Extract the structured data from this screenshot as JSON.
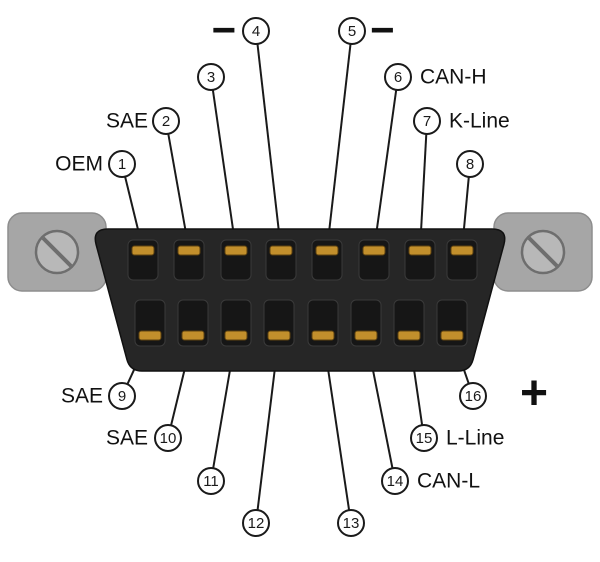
{
  "pins": [
    {
      "num": "1",
      "label": "OEM",
      "side": "left"
    },
    {
      "num": "2",
      "label": "SAE",
      "side": "left"
    },
    {
      "num": "3",
      "label": "",
      "side": ""
    },
    {
      "num": "4",
      "label": "−",
      "side": "left"
    },
    {
      "num": "5",
      "label": "−",
      "side": "right"
    },
    {
      "num": "6",
      "label": "CAN-H",
      "side": "right"
    },
    {
      "num": "7",
      "label": "K-Line",
      "side": "right"
    },
    {
      "num": "8",
      "label": "",
      "side": ""
    },
    {
      "num": "9",
      "label": "SAE",
      "side": "left"
    },
    {
      "num": "10",
      "label": "SAE",
      "side": "left"
    },
    {
      "num": "11",
      "label": "",
      "side": ""
    },
    {
      "num": "12",
      "label": "",
      "side": ""
    },
    {
      "num": "13",
      "label": "",
      "side": ""
    },
    {
      "num": "14",
      "label": "CAN-L",
      "side": "right"
    },
    {
      "num": "15",
      "label": "L-Line",
      "side": "right"
    },
    {
      "num": "16",
      "label": "+",
      "side": "right"
    }
  ],
  "connector": {
    "rows": 2,
    "pins_per_row": 8
  },
  "colors": {
    "pin_contact_gold": "#c28f2c",
    "connector_body": "#262626",
    "mount_ear_gray": "#a6a6a6",
    "line_black": "#1a1a1a",
    "background": "#ffffff"
  }
}
